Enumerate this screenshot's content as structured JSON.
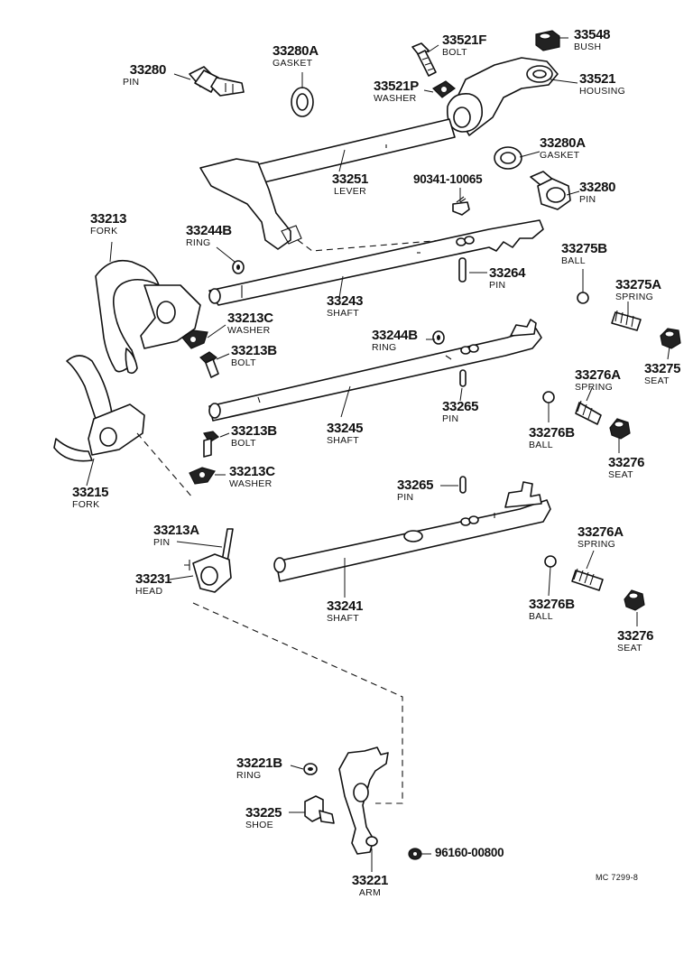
{
  "parts": {
    "p33280_top": {
      "number": "33280",
      "name": "PIN"
    },
    "p33280A_top": {
      "number": "33280A",
      "name": "GASKET"
    },
    "p33521F": {
      "number": "33521F",
      "name": "BOLT"
    },
    "p33548": {
      "number": "33548",
      "name": "BUSH"
    },
    "p33521P": {
      "number": "33521P",
      "name": "WASHER"
    },
    "p33521": {
      "number": "33521",
      "name": "HOUSING"
    },
    "p33280A_mid": {
      "number": "33280A",
      "name": "GASKET"
    },
    "p33251": {
      "number": "33251",
      "name": "LEVER"
    },
    "p90341": {
      "number": "90341-10065",
      "name": ""
    },
    "p33280_mid": {
      "number": "33280",
      "name": "PIN"
    },
    "p33213": {
      "number": "33213",
      "name": "FORK"
    },
    "p33244B_a": {
      "number": "33244B",
      "name": "RING"
    },
    "p33275B": {
      "number": "33275B",
      "name": "BALL"
    },
    "p33264": {
      "number": "33264",
      "name": "PIN"
    },
    "p33275A": {
      "number": "33275A",
      "name": "SPRING"
    },
    "p33243": {
      "number": "33243",
      "name": "SHAFT"
    },
    "p33213C_a": {
      "number": "33213C",
      "name": "WASHER"
    },
    "p33244B_b": {
      "number": "33244B",
      "name": "RING"
    },
    "p33213B_a": {
      "number": "33213B",
      "name": "BOLT"
    },
    "p33275": {
      "number": "33275",
      "name": "SEAT"
    },
    "p33276A_a": {
      "number": "33276A",
      "name": "SPRING"
    },
    "p33265_a": {
      "number": "33265",
      "name": "PIN"
    },
    "p33245": {
      "number": "33245",
      "name": "SHAFT"
    },
    "p33213B_b": {
      "number": "33213B",
      "name": "BOLT"
    },
    "p33276B_a": {
      "number": "33276B",
      "name": "BALL"
    },
    "p33276_a": {
      "number": "33276",
      "name": "SEAT"
    },
    "p33213C_b": {
      "number": "33213C",
      "name": "WASHER"
    },
    "p33215": {
      "number": "33215",
      "name": "FORK"
    },
    "p33265_b": {
      "number": "33265",
      "name": "PIN"
    },
    "p33213A": {
      "number": "33213A",
      "name": "PIN"
    },
    "p33276A_b": {
      "number": "33276A",
      "name": "SPRING"
    },
    "p33231": {
      "number": "33231",
      "name": "HEAD"
    },
    "p33241": {
      "number": "33241",
      "name": "SHAFT"
    },
    "p33276B_b": {
      "number": "33276B",
      "name": "BALL"
    },
    "p33276_b": {
      "number": "33276",
      "name": "SEAT"
    },
    "p33221B": {
      "number": "33221B",
      "name": "RING"
    },
    "p33225": {
      "number": "33225",
      "name": "SHOE"
    },
    "p96160": {
      "number": "96160-00800",
      "name": ""
    },
    "p33221": {
      "number": "33221",
      "name": "ARM"
    }
  },
  "footer": {
    "reference": "MC  7299-8"
  }
}
